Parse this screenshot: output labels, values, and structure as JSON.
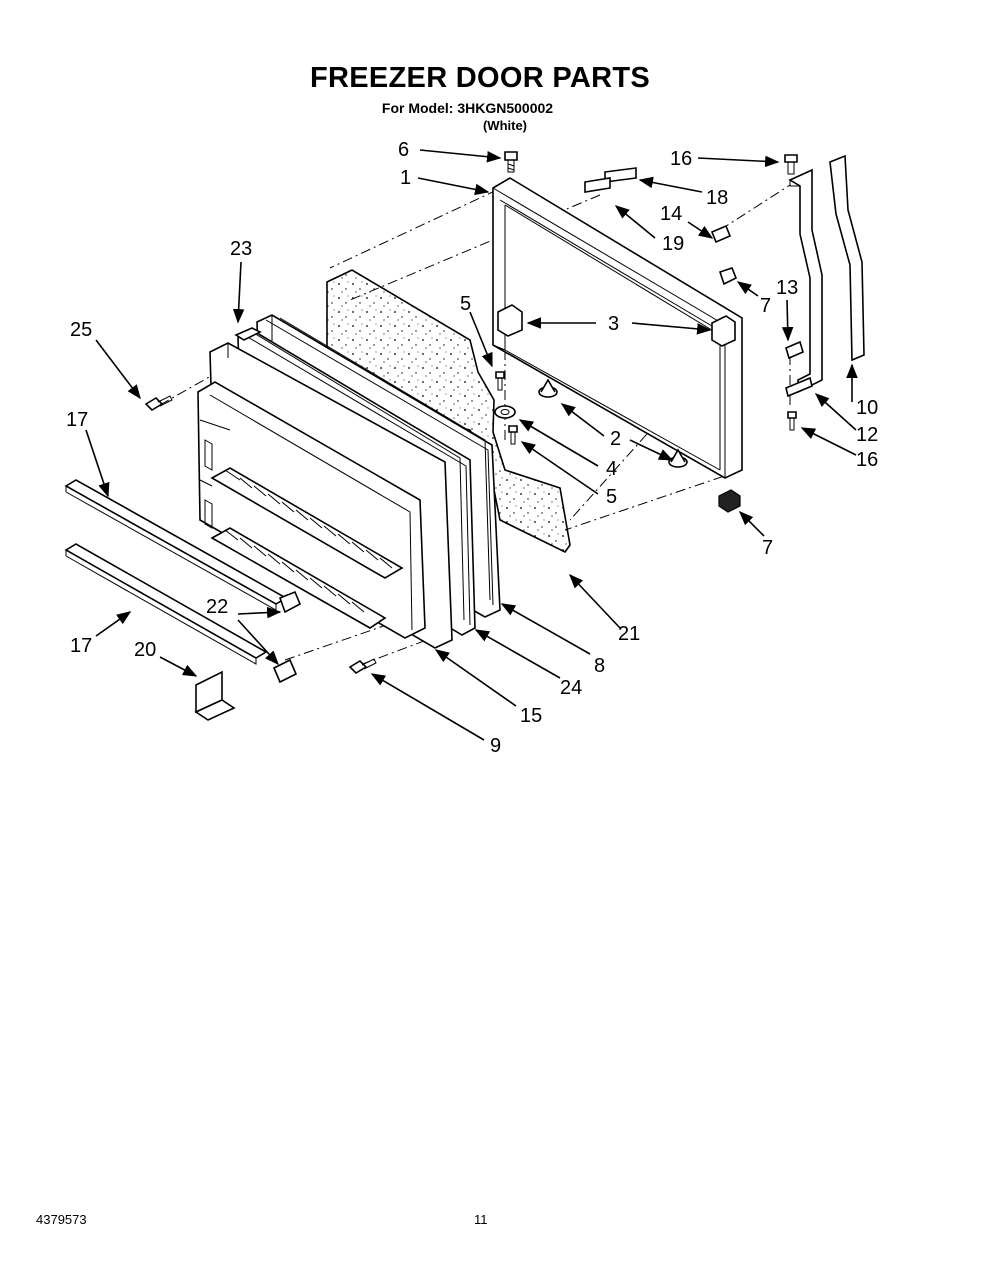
{
  "header": {
    "title": "FREEZER DOOR PARTS",
    "model_line": "For Model: 3HKGN500002",
    "variant": "(White)"
  },
  "callouts": [
    {
      "id": "c6",
      "label": "6"
    },
    {
      "id": "c1",
      "label": "1"
    },
    {
      "id": "c16a",
      "label": "16"
    },
    {
      "id": "c18",
      "label": "18"
    },
    {
      "id": "c14",
      "label": "14"
    },
    {
      "id": "c19",
      "label": "19"
    },
    {
      "id": "c23",
      "label": "23"
    },
    {
      "id": "c7a",
      "label": "7"
    },
    {
      "id": "c13",
      "label": "13"
    },
    {
      "id": "c5a",
      "label": "5"
    },
    {
      "id": "c3",
      "label": "3"
    },
    {
      "id": "c25",
      "label": "25"
    },
    {
      "id": "c2",
      "label": "2"
    },
    {
      "id": "c10",
      "label": "10"
    },
    {
      "id": "c12",
      "label": "12"
    },
    {
      "id": "c17a",
      "label": "17"
    },
    {
      "id": "c4",
      "label": "4"
    },
    {
      "id": "c16b",
      "label": "16"
    },
    {
      "id": "c5b",
      "label": "5"
    },
    {
      "id": "c7b",
      "label": "7"
    },
    {
      "id": "c21",
      "label": "21"
    },
    {
      "id": "c22",
      "label": "22"
    },
    {
      "id": "c8",
      "label": "8"
    },
    {
      "id": "c17b",
      "label": "17"
    },
    {
      "id": "c20",
      "label": "20"
    },
    {
      "id": "c24",
      "label": "24"
    },
    {
      "id": "c15",
      "label": "15"
    },
    {
      "id": "c9",
      "label": "9"
    }
  ],
  "footer": {
    "doc_number": "4379573",
    "page_number": "11"
  }
}
